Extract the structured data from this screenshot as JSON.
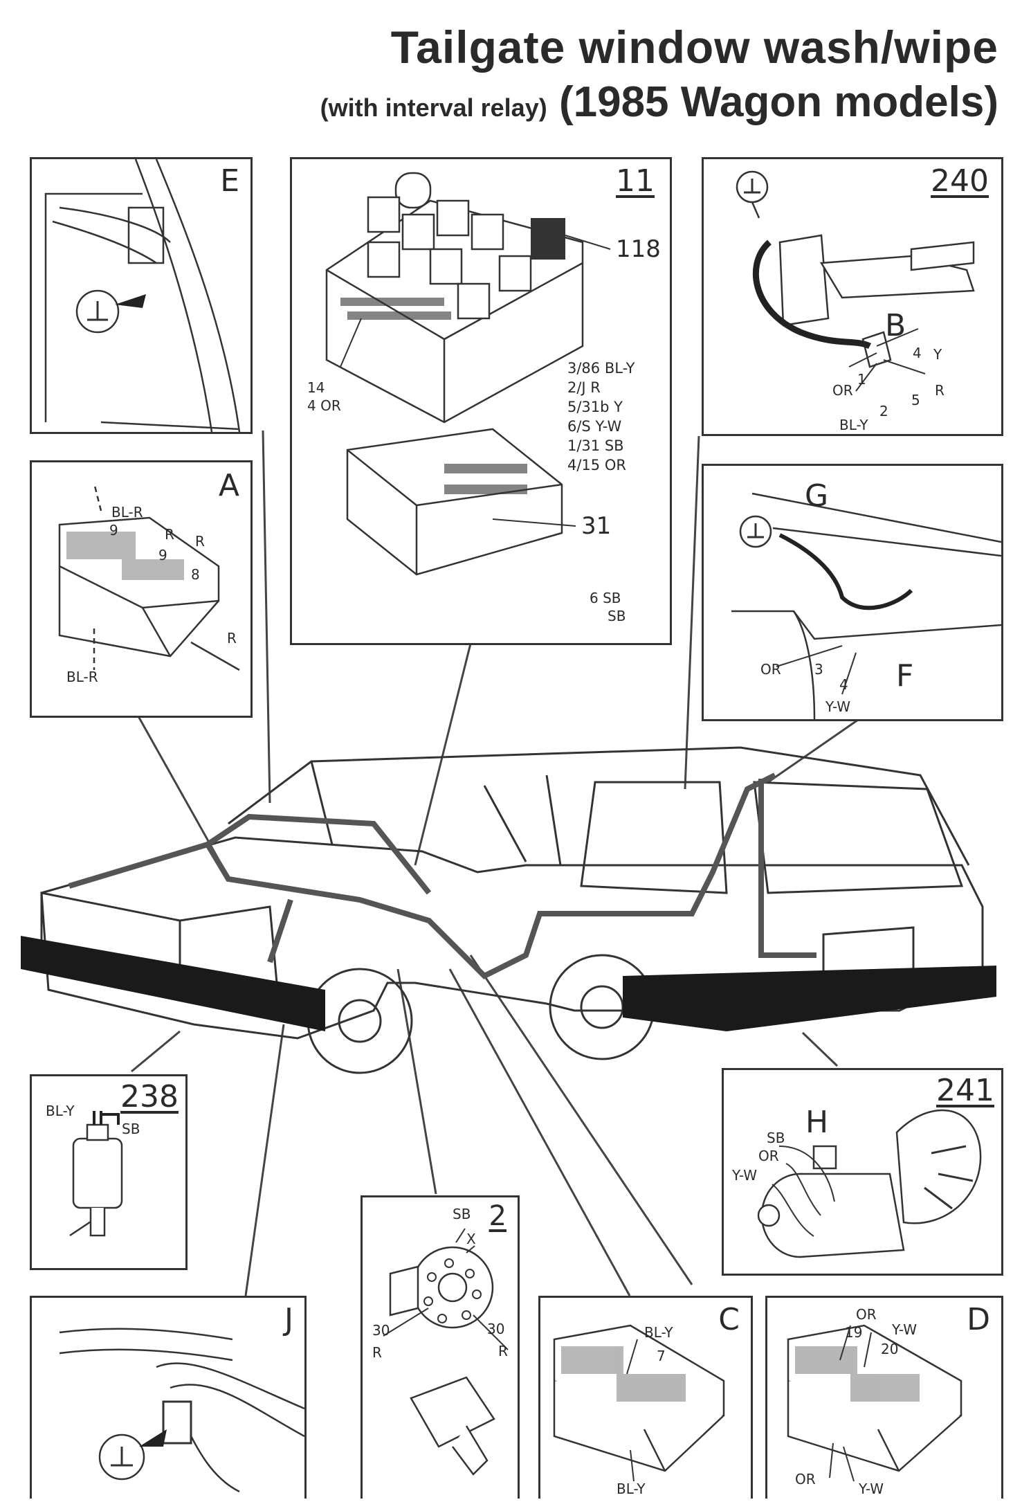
{
  "title": {
    "line1": "Tailgate window wash/wipe",
    "line2_small": "(with interval relay)",
    "line2_big": "(1985 Wagon models)"
  },
  "panels": {
    "E": {
      "letter": "E"
    },
    "fusebox": {
      "number": "11",
      "relay_ref": "118",
      "relay_pins": [
        "3/86 BL-Y",
        "2/J R",
        "5/31b Y",
        "6/S Y-W",
        "1/31 SB",
        "4/15 OR"
      ],
      "fuse_a": "14",
      "fuse_b": "4 OR",
      "connector_ref": "31",
      "connector_w1": "6 SB",
      "connector_w2": "SB"
    },
    "switch240": {
      "number": "240",
      "letter": "B",
      "p4": "4",
      "y": "Y",
      "p1": "1",
      "or": "OR",
      "p5": "5",
      "r": "R",
      "p2": "2",
      "bly": "BL-Y"
    },
    "A": {
      "letter": "A",
      "blr_top": "BL-R",
      "n9a": "9",
      "r1": "R",
      "n9b": "9",
      "r2": "R",
      "n8": "8",
      "r3": "R",
      "blr_bot": "BL-R"
    },
    "GF": {
      "g": "G",
      "f": "F",
      "or": "OR",
      "n3": "3",
      "n4": "4",
      "yw": "Y-W"
    },
    "pump238": {
      "number": "238",
      "bly": "BL-Y",
      "sb": "SB"
    },
    "motor241": {
      "number": "241",
      "letter": "H",
      "sb": "SB",
      "or": "OR",
      "yw": "Y-W"
    },
    "J": {
      "letter": "J"
    },
    "ign2": {
      "number": "2",
      "sb": "SB",
      "x": "X",
      "n30a": "30",
      "ra": "R",
      "n30b": "30",
      "rb": "R"
    },
    "C": {
      "letter": "C",
      "bly_top": "BL-Y",
      "n7": "7",
      "bly_bot": "BL-Y"
    },
    "D": {
      "letter": "D",
      "or_top": "OR",
      "n19": "19",
      "yw_top": "Y-W",
      "n20": "20",
      "or_bot": "OR",
      "yw_bot": "Y-W"
    }
  },
  "icons": [
    "ground-symbol-icon"
  ]
}
